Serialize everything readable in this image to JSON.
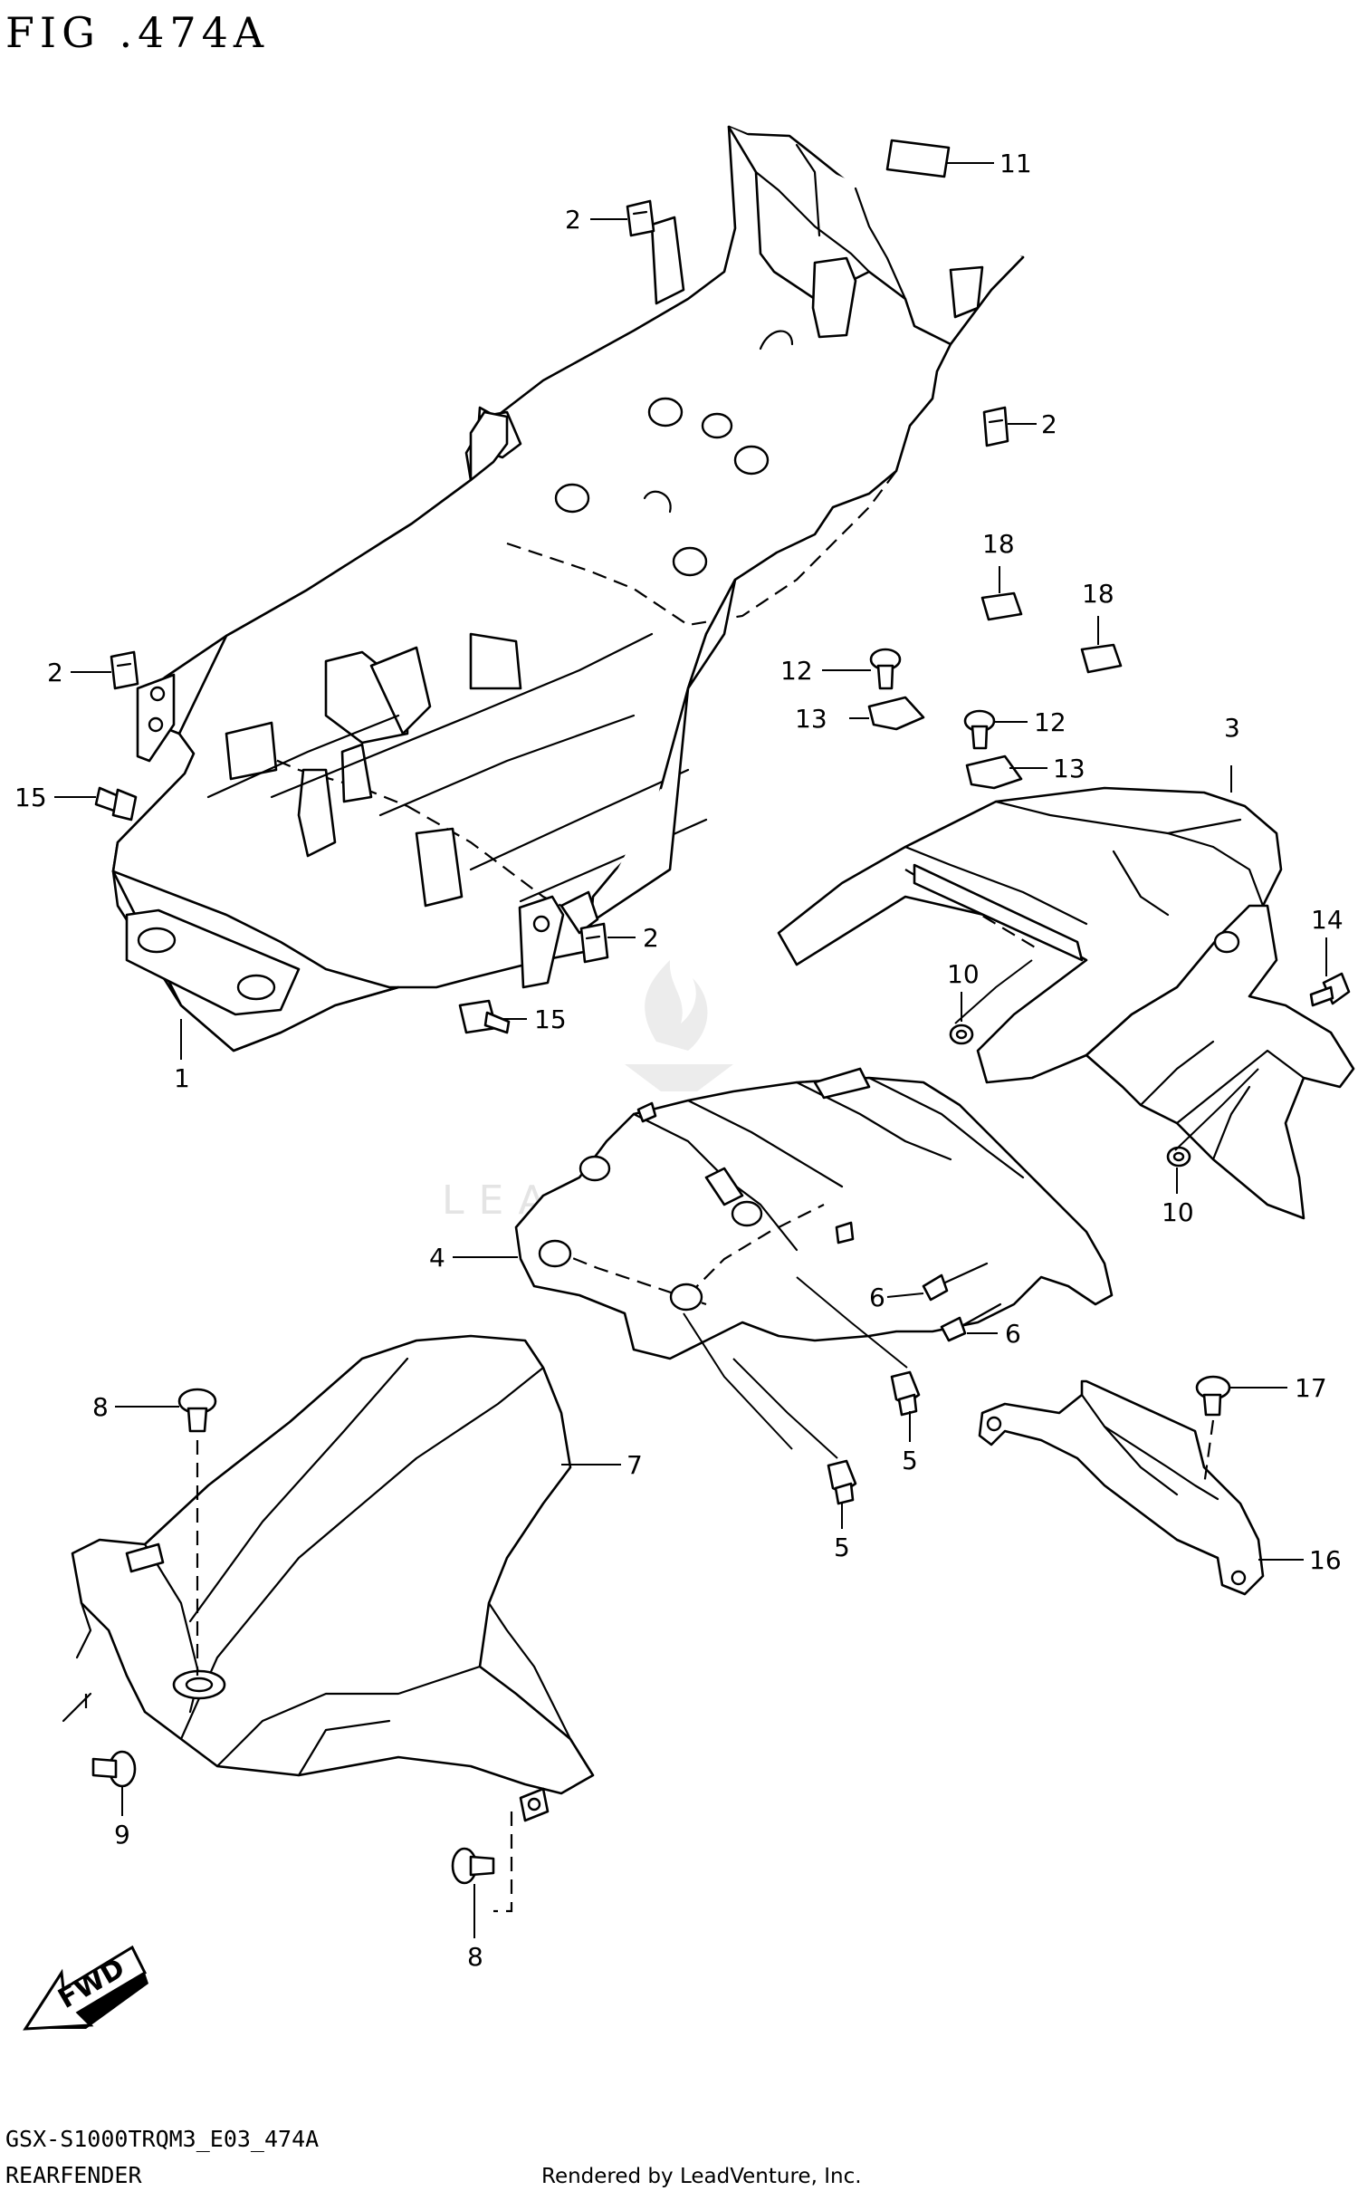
{
  "figure": {
    "title": "FIG .474A",
    "code": "GSX-S1000TRQM3_E03_474A",
    "caption": "REARFENDER",
    "credit": "Rendered by LeadVenture, Inc.",
    "watermark": "LEADVENTURE",
    "direction_label": "FWD"
  },
  "callouts": [
    {
      "id": "c11",
      "label": "11"
    },
    {
      "id": "c2a",
      "label": "2"
    },
    {
      "id": "c2b",
      "label": "2"
    },
    {
      "id": "c18a",
      "label": "18"
    },
    {
      "id": "c18b",
      "label": "18"
    },
    {
      "id": "c2c",
      "label": "2"
    },
    {
      "id": "c12a",
      "label": "12"
    },
    {
      "id": "c13a",
      "label": "13"
    },
    {
      "id": "c12b",
      "label": "12"
    },
    {
      "id": "c3",
      "label": "3"
    },
    {
      "id": "c13b",
      "label": "13"
    },
    {
      "id": "c15a",
      "label": "15"
    },
    {
      "id": "c14",
      "label": "14"
    },
    {
      "id": "c2d",
      "label": "2"
    },
    {
      "id": "c10a",
      "label": "10"
    },
    {
      "id": "c15b",
      "label": "15"
    },
    {
      "id": "c1",
      "label": "1"
    },
    {
      "id": "c10b",
      "label": "10"
    },
    {
      "id": "c4",
      "label": "4"
    },
    {
      "id": "c6a",
      "label": "6"
    },
    {
      "id": "c6b",
      "label": "6"
    },
    {
      "id": "c8a",
      "label": "8"
    },
    {
      "id": "c17",
      "label": "17"
    },
    {
      "id": "c5a",
      "label": "5"
    },
    {
      "id": "c7",
      "label": "7"
    },
    {
      "id": "c5b",
      "label": "5"
    },
    {
      "id": "c16",
      "label": "16"
    },
    {
      "id": "c9",
      "label": "9"
    },
    {
      "id": "c8b",
      "label": "8"
    }
  ]
}
